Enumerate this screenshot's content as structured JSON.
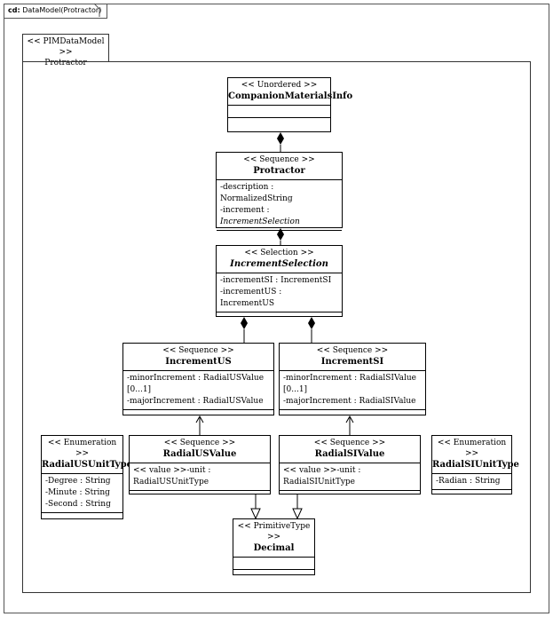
{
  "frame": {
    "kind": "cd:",
    "name": "DataModel(Protractor)"
  },
  "package": {
    "stereotype": "<< PIMDataModel >>",
    "name": "Protractor"
  },
  "classes": {
    "companion": {
      "stereotype": "<< Unordered >>",
      "name": "CompanionMaterialsInfo"
    },
    "protractor": {
      "stereotype": "<< Sequence >>",
      "name": "Protractor",
      "attrs": [
        "-description : NormalizedString",
        "-increment : "
      ],
      "attr_italic": "IncrementSelection"
    },
    "incsel": {
      "stereotype": "<< Selection  >>",
      "name": "IncrementSelection",
      "attrs": [
        "-incrementSI  : IncrementSI",
        "-incrementUS  : IncrementUS"
      ]
    },
    "incus": {
      "stereotype": "<< Sequence >>",
      "name": "IncrementUS",
      "attrs": [
        "-minorIncrement  : RadialUSValue  [0...1]",
        "-majorIncrement  : RadialUSValue"
      ]
    },
    "incsi": {
      "stereotype": "<< Sequence >>",
      "name": "IncrementSI",
      "attrs": [
        "-minorIncrement  : RadialSIValue  [0...1]",
        "-majorIncrement  : RadialSIValue"
      ]
    },
    "usunit": {
      "stereotype": "<< Enumeration  >>",
      "name": "RadialUSUnitType",
      "attrs": [
        "-Degree : String",
        "-Minute : String",
        "-Second : String"
      ]
    },
    "usval": {
      "stereotype": "<< Sequence >>",
      "name": "RadialUSValue",
      "attrs": [
        "<< value  >>-unit : RadialUSUnitType"
      ]
    },
    "sival": {
      "stereotype": "<< Sequence >>",
      "name": "RadialSIValue",
      "attrs": [
        "<< value  >>-unit : RadialSIUnitType"
      ]
    },
    "siunit": {
      "stereotype": "<< Enumeration  >>",
      "name": "RadialSIUnitType",
      "attrs": [
        "-Radian : String"
      ]
    },
    "decimal": {
      "stereotype": "<< PrimitiveType  >>",
      "name": "Decimal"
    }
  }
}
